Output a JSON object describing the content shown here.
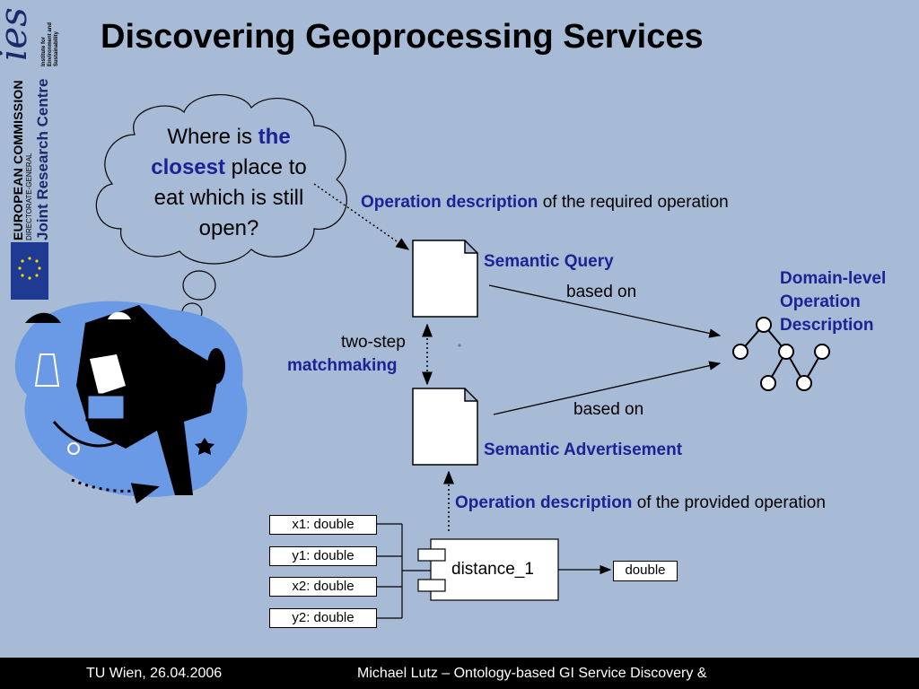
{
  "slide": {
    "title": "Discovering Geoprocessing Services"
  },
  "sidebar": {
    "logo_lettering": "ies",
    "logo_caption": "Institute for Environment and Sustainability",
    "org_line1": "EUROPEAN COMMISSION",
    "org_line2": "DIRECTORATE-GENERAL",
    "org_line3": "Joint Research Centre"
  },
  "thought_bubble": {
    "part1": "Where is ",
    "part2": "the closest",
    "part3": " place to eat which is still open?"
  },
  "diagram": {
    "op_desc_required_bold": "Operation description",
    "op_desc_required_rest": " of the required operation",
    "semantic_query": "Semantic Query",
    "based_on_1": "based on",
    "domain_level": [
      "Domain-level",
      "Operation",
      "Description"
    ],
    "two_step": "two-step",
    "matchmaking": "matchmaking",
    "based_on_2": "based on",
    "semantic_advertisement": "Semantic Advertisement",
    "op_desc_provided_bold": "Operation description",
    "op_desc_provided_rest": " of the provided operation",
    "inputs": [
      "x1: double",
      "y1: double",
      "x2: double",
      "y2: double"
    ],
    "operation_name": "distance_1",
    "output": "double"
  },
  "footer": {
    "left": "TU Wien, 26.04.2006",
    "right": "Michael Lutz – Ontology-based GI Service Discovery &"
  },
  "colors": {
    "background": "#a7bbd6",
    "accent_blue": "#1a2496",
    "footer_bg": "#000000"
  }
}
